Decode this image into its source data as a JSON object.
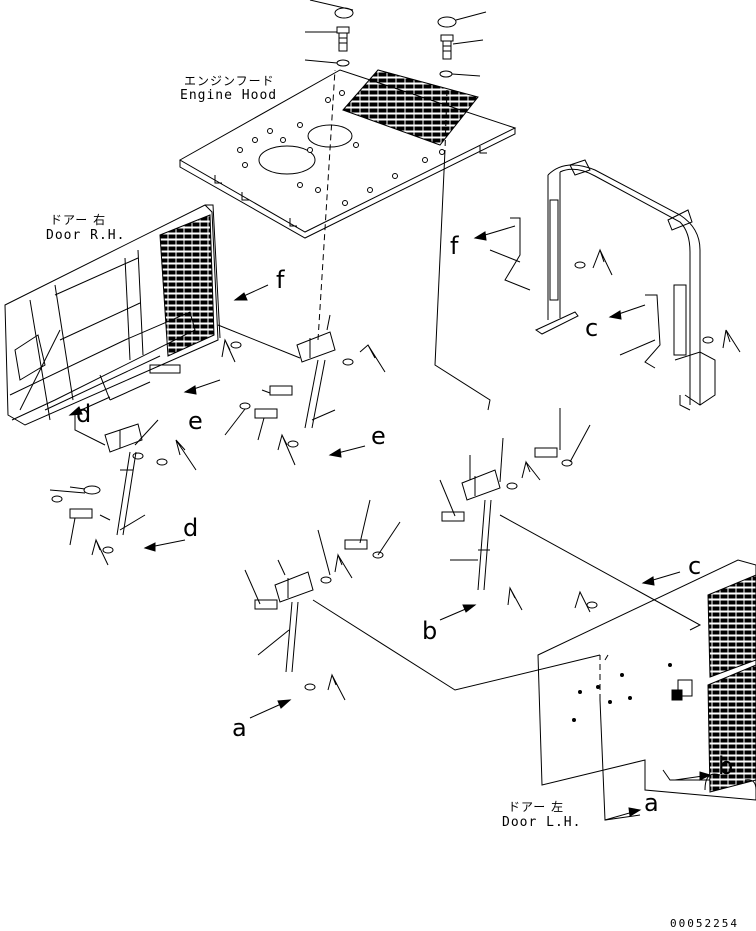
{
  "labels": {
    "engine_hood_jp": "エンジンフード",
    "engine_hood_en": "Engine Hood",
    "door_rh_jp": "ドアー 右",
    "door_rh_en": "Door R.H.",
    "door_lh_jp": "ドアー 左",
    "door_lh_en": "Door L.H."
  },
  "refs": {
    "a": "a",
    "b": "b",
    "c": "c",
    "d": "d",
    "e": "e",
    "f": "f"
  },
  "drawing_number": "00052254",
  "colors": {
    "ink": "#000000",
    "paper": "#ffffff"
  }
}
